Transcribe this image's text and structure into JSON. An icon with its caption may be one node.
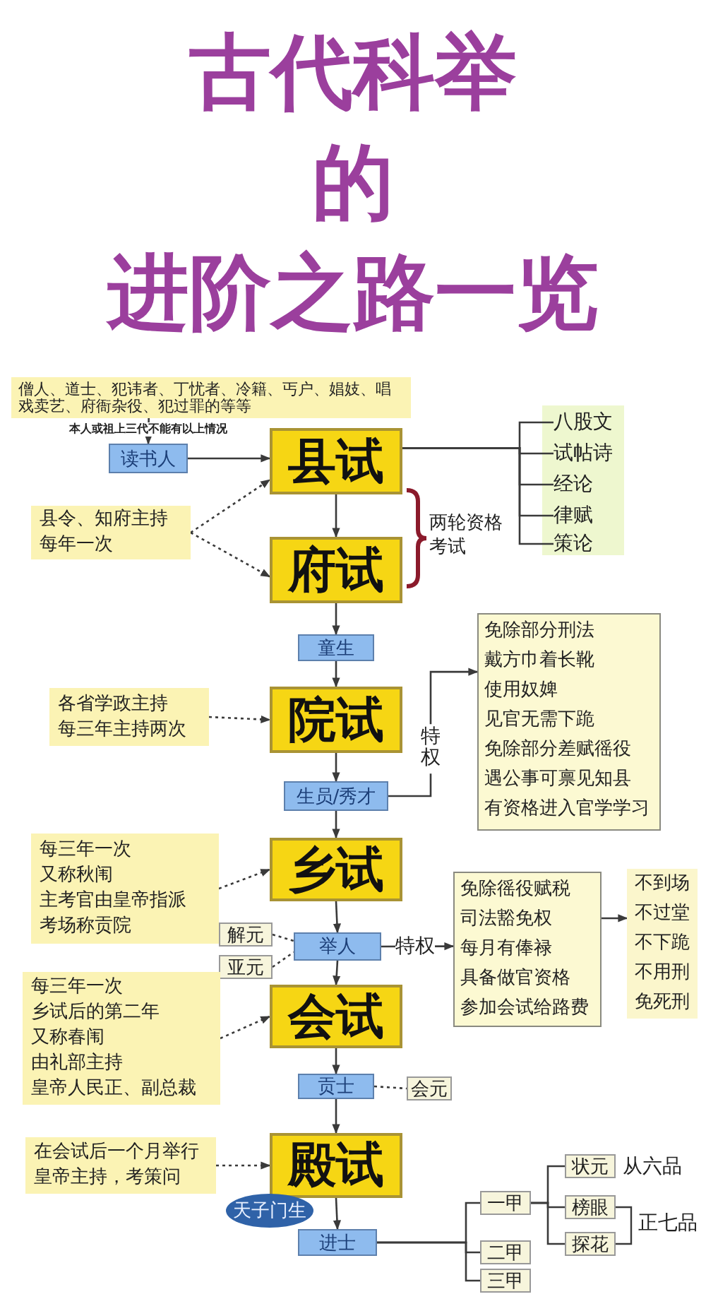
{
  "diagram": {
    "title": "古代科举的进阶之路一览",
    "nodes": [
      {
        "text": [
          "僧人、道士、犯讳者、丁忧者、冷籍、丐户、娼妓、唱戏卖艺、府衙杂役、犯过罪的等等"
        ]
      },
      {
        "text": [
          "读书人"
        ]
      },
      {
        "text": [
          "县试"
        ]
      },
      {
        "text": [
          "县令、知府主持",
          "每年一次"
        ]
      },
      {
        "text": [
          "府试"
        ]
      },
      {
        "text": [
          "八股文"
        ]
      },
      {
        "text": [
          "试帖诗"
        ]
      },
      {
        "text": [
          "经论"
        ]
      },
      {
        "text": [
          "律赋"
        ]
      },
      {
        "text": [
          "策论"
        ]
      },
      {
        "text": [
          "童生"
        ]
      },
      {
        "text": [
          "院试"
        ]
      },
      {
        "text": [
          "各省学政主持",
          "每三年主持两次"
        ]
      },
      {
        "text": [
          "生员/秀才"
        ]
      },
      {
        "text": [
          "免除部分刑法",
          "戴方巾着长靴",
          "使用奴婢",
          "见官无需下跪",
          "免除部分差赋徭役",
          "遇公事可禀见知县",
          "有资格进入官学学习"
        ]
      },
      {
        "text": [
          "乡试"
        ]
      },
      {
        "text": [
          "每三年一次",
          "又称秋闱",
          "主考官由皇帝指派",
          "考场称贡院"
        ]
      },
      {
        "text": [
          "解元"
        ]
      },
      {
        "text": [
          "亚元"
        ]
      },
      {
        "text": [
          "举人"
        ]
      },
      {
        "text": [
          "免除徭役赋税",
          "司法豁免权",
          "每月有俸禄",
          "具备做官资格",
          "参加会试给路费"
        ]
      },
      {
        "text": [
          "不到场",
          "不过堂",
          "不下跪",
          "不用刑",
          "免死刑"
        ]
      },
      {
        "text": [
          "会试"
        ]
      },
      {
        "text": [
          "每三年一次",
          "乡试后的第二年",
          "又称春闱",
          "由礼部主持",
          "皇帝人民正、副总裁"
        ]
      },
      {
        "text": [
          "贡士"
        ]
      },
      {
        "text": [
          "会元"
        ]
      },
      {
        "text": [
          "殿试"
        ]
      },
      {
        "text": [
          "在会试后一个月举行",
          "皇帝主持，考策问"
        ]
      },
      {
        "text": [
          "天子门生"
        ]
      },
      {
        "text": [
          "进士"
        ]
      },
      {
        "text": [
          "一甲"
        ]
      },
      {
        "text": [
          "二甲"
        ]
      },
      {
        "text": [
          "三甲"
        ]
      },
      {
        "text": [
          "状元"
        ],
        "beside": [
          "从六品"
        ]
      },
      {
        "text": [
          "榜眼"
        ]
      },
      {
        "text": [
          "探花"
        ]
      }
    ],
    "edges": [
      {
        "from": 0,
        "to": 1,
        "arrow": "to",
        "label": "本人或祖上三代不能有以上情况"
      },
      {
        "from": 1,
        "to": 2,
        "arrow": "to"
      },
      {
        "from": 3,
        "to": 2,
        "arrow": "to",
        "style": "dashed"
      },
      {
        "from": 3,
        "to": 4,
        "arrow": "to",
        "style": "dashed"
      },
      {
        "from": 2,
        "to": 4,
        "arrow": "to"
      },
      {
        "from": 2,
        "to": 5,
        "arrow": "none"
      },
      {
        "from": 2,
        "to": 6,
        "arrow": "none"
      },
      {
        "from": 2,
        "to": 7,
        "arrow": "none"
      },
      {
        "from": 2,
        "to": 8,
        "arrow": "none"
      },
      {
        "from": 2,
        "to": 9,
        "arrow": "none"
      },
      {
        "from": 4,
        "to": 10,
        "arrow": "to"
      },
      {
        "from": 10,
        "to": 11,
        "arrow": "to"
      },
      {
        "from": 12,
        "to": 11,
        "arrow": "to",
        "style": "dashed"
      },
      {
        "from": 11,
        "to": 13,
        "arrow": "to"
      },
      {
        "from": 13,
        "to": 14,
        "arrow": "to",
        "label": "特权"
      },
      {
        "from": 13,
        "to": 15,
        "arrow": "to"
      },
      {
        "from": 16,
        "to": 15,
        "arrow": "to",
        "style": "dashed"
      },
      {
        "from": 15,
        "to": 19,
        "arrow": "to"
      },
      {
        "from": 17,
        "to": 19,
        "arrow": "none",
        "style": "dashed"
      },
      {
        "from": 18,
        "to": 19,
        "arrow": "none",
        "style": "dashed"
      },
      {
        "from": 19,
        "to": 20,
        "arrow": "to",
        "label": "特权"
      },
      {
        "from": 20,
        "to": 21,
        "arrow": "to"
      },
      {
        "from": 19,
        "to": 22,
        "arrow": "to"
      },
      {
        "from": 23,
        "to": 22,
        "arrow": "to",
        "style": "dashed"
      },
      {
        "from": 22,
        "to": 24,
        "arrow": "to"
      },
      {
        "from": 24,
        "to": 25,
        "arrow": "none",
        "style": "dashed"
      },
      {
        "from": 24,
        "to": 26,
        "arrow": "to"
      },
      {
        "from": 27,
        "to": 26,
        "arrow": "to",
        "style": "dashed"
      },
      {
        "from": 26,
        "to": 29,
        "arrow": "to"
      },
      {
        "from": 29,
        "to": 30,
        "arrow": "none"
      },
      {
        "from": 29,
        "to": 31,
        "arrow": "none"
      },
      {
        "from": 29,
        "to": 32,
        "arrow": "none"
      },
      {
        "from": 30,
        "to": 33,
        "arrow": "none"
      },
      {
        "from": 30,
        "to": 34,
        "arrow": "none"
      },
      {
        "from": 30,
        "to": 35,
        "arrow": "none"
      }
    ],
    "labels": [
      "两轮资格考试",
      "正七品"
    ]
  }
}
